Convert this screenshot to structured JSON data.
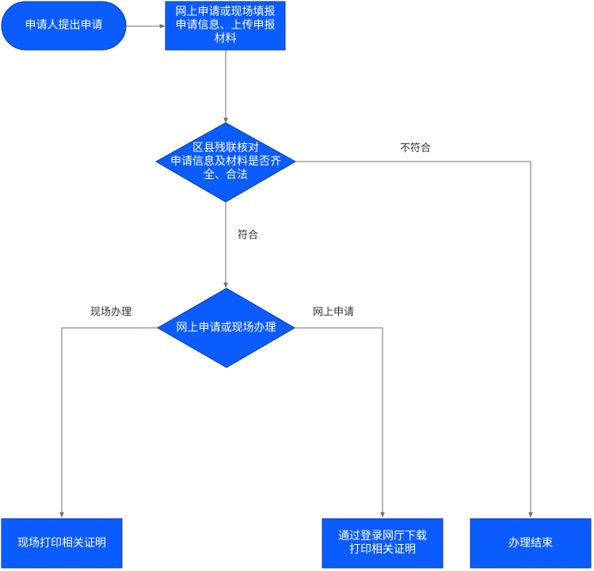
{
  "nodes": {
    "start": "申请人提出申请",
    "submit": "网上申请或现场填报\n申请信息、上传申报\n材料",
    "review": "区县残联核对\n申请信息及材料是否齐\n全、合法",
    "choice": "网上申请或现场办理",
    "onsite_print": "现场打印相关证明",
    "online_download": "通过登录网厅下载\n打印相关证明",
    "end": "办理结束"
  },
  "edges": {
    "not_ok": "不符合",
    "ok": "符合",
    "onsite": "现场办理",
    "online": "网上申请"
  },
  "colors": {
    "node_fill": "#0b5cff",
    "node_stroke": "#0a3a9a",
    "connector": "#6f6f6f",
    "text": "#ffffff",
    "label": "#333333"
  }
}
